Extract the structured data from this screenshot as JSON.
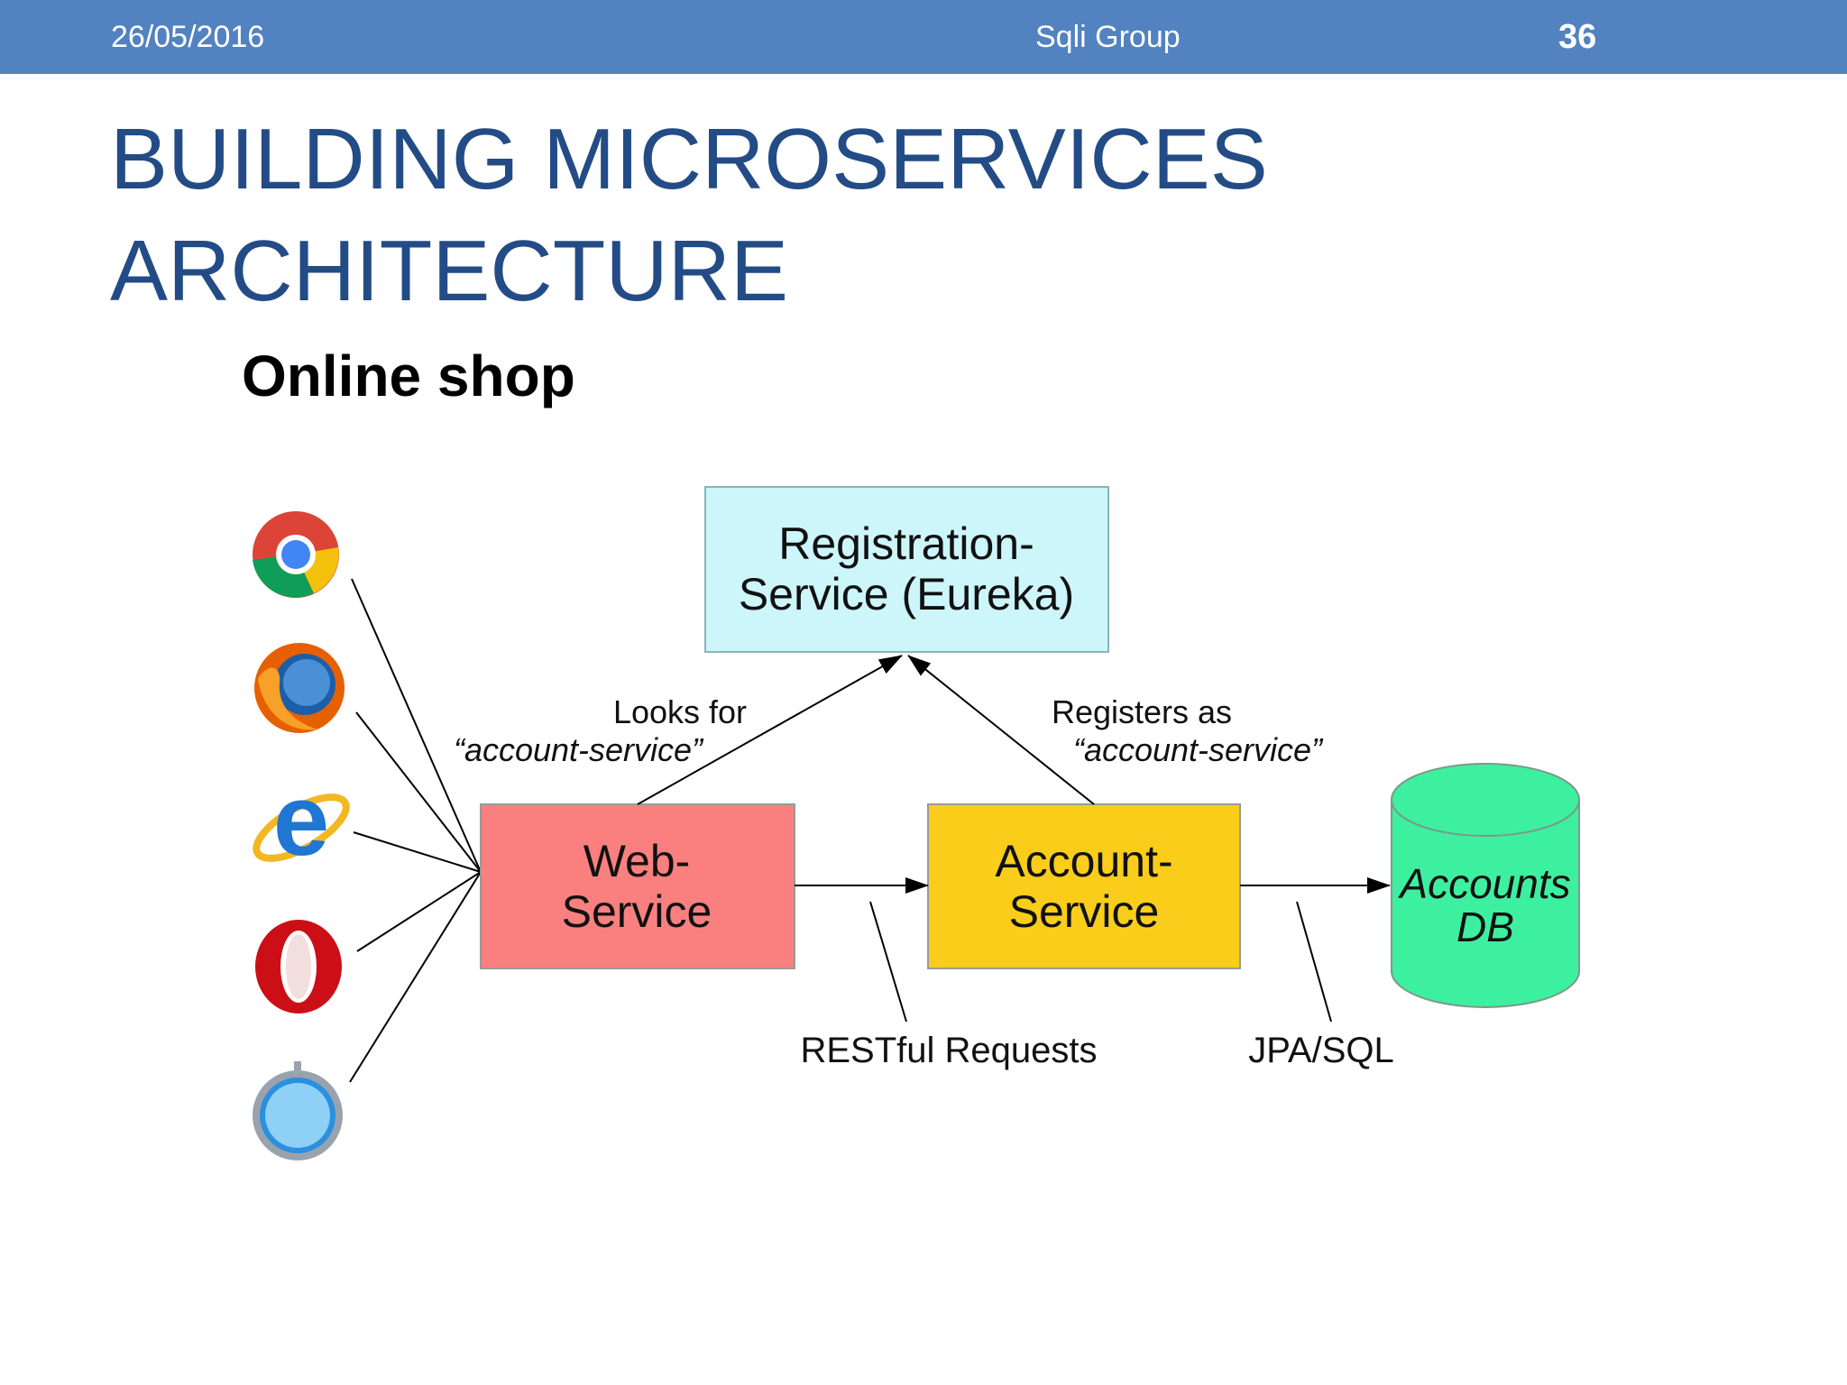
{
  "header": {
    "date": "26/05/2016",
    "organization": "Sqli Group",
    "slide_number": "36"
  },
  "title": {
    "line1": "BUILDING MICROSERVICES",
    "line2": "ARCHITECTURE"
  },
  "subtitle": "Online shop",
  "diagram": {
    "browsers": [
      {
        "name": "chrome-icon"
      },
      {
        "name": "firefox-icon"
      },
      {
        "name": "internet-explorer-icon"
      },
      {
        "name": "opera-icon"
      },
      {
        "name": "safari-icon"
      }
    ],
    "registration_service": {
      "line1": "Registration-",
      "line2": "Service (Eureka)",
      "color": "#ccf6fa"
    },
    "web_service": {
      "line1": "Web-",
      "line2": "Service",
      "color": "#fa8080"
    },
    "account_service": {
      "line1": "Account-",
      "line2": "Service",
      "color": "#f9cd1a"
    },
    "accounts_db": {
      "line1": "Accounts",
      "line2": "DB",
      "color": "#3df0a0"
    },
    "looks_for_label": {
      "line1": "Looks for",
      "line2": "“account-service”"
    },
    "registers_as_label": {
      "line1": "Registers as",
      "line2": "“account-service”"
    },
    "restful_label": "RESTful Requests",
    "jpa_label": "JPA/SQL"
  }
}
